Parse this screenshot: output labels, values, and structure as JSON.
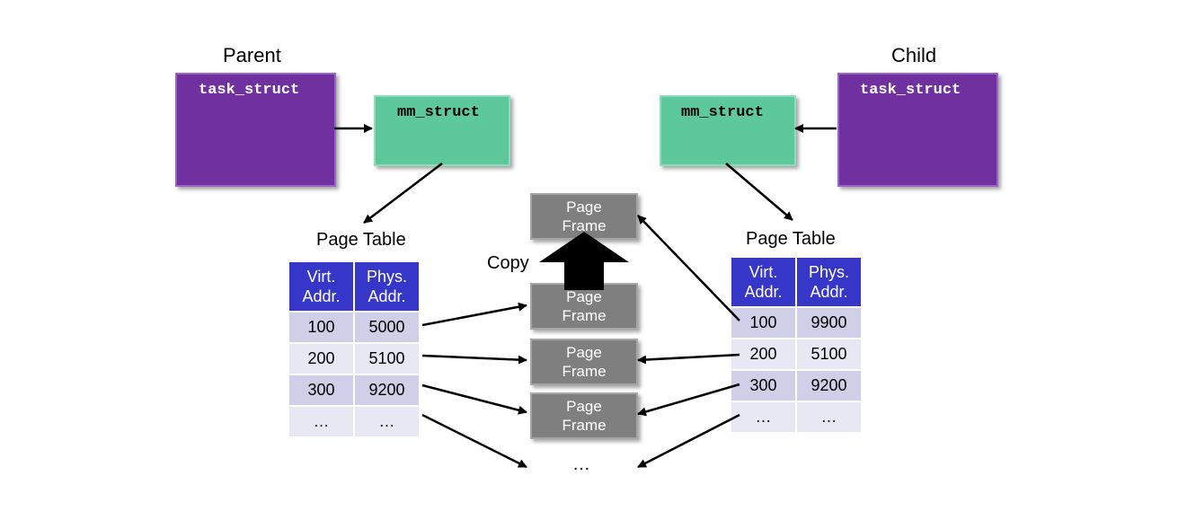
{
  "parent": {
    "title": "Parent",
    "task_struct": "task_struct",
    "mm_struct": "mm_struct",
    "page_table_title": "Page Table",
    "table": {
      "headers": [
        [
          "Virt.",
          "Addr."
        ],
        [
          "Phys.",
          "Addr."
        ]
      ],
      "rows": [
        [
          "100",
          "5000"
        ],
        [
          "200",
          "5100"
        ],
        [
          "300",
          "9200"
        ],
        [
          "…",
          "…"
        ]
      ]
    }
  },
  "child": {
    "title": "Child",
    "task_struct": "task_struct",
    "mm_struct": "mm_struct",
    "page_table_title": "Page Table",
    "table": {
      "headers": [
        [
          "Virt.",
          "Addr."
        ],
        [
          "Phys.",
          "Addr."
        ]
      ],
      "rows": [
        [
          "100",
          "9900"
        ],
        [
          "200",
          "5100"
        ],
        [
          "300",
          "9200"
        ],
        [
          "…",
          "…"
        ]
      ]
    }
  },
  "memory": {
    "copy_label": "Copy",
    "frames": [
      [
        "Page",
        "Frame"
      ],
      [
        "Page",
        "Frame"
      ],
      [
        "Page",
        "Frame"
      ],
      [
        "Page",
        "Frame"
      ]
    ],
    "ellipsis": "…"
  },
  "colors": {
    "task_struct": "#7030a0",
    "mm_struct": "#5ec89d",
    "page_frame": "#7f7f7f",
    "table_header": "#3636c9",
    "table_row_dark": "#cfcfe8",
    "table_row_light": "#e8e8f4"
  }
}
